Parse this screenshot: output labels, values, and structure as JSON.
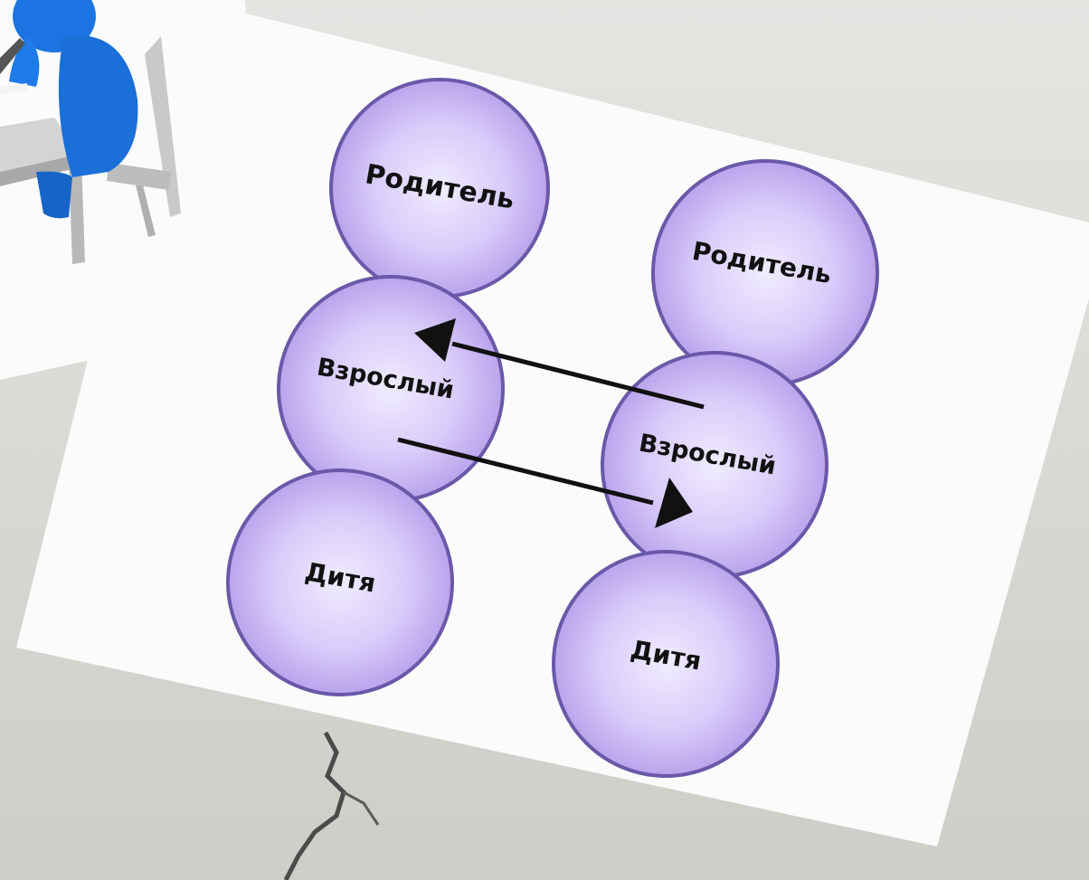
{
  "diagram": {
    "left_column": {
      "parent_label": "Родитель",
      "adult_label": "Взрослый",
      "child_label": "Дитя"
    },
    "right_column": {
      "parent_label": "Родитель",
      "adult_label": "Взрослый",
      "child_label": "Дитя"
    },
    "arrows": [
      {
        "from": "right_column.adult",
        "to": "left_column.adult"
      },
      {
        "from": "left_column.adult",
        "to": "right_column.adult"
      }
    ]
  },
  "colors": {
    "circle_fill": "#c5b2f2",
    "circle_stroke": "#6a58a8",
    "arrow": "#111111",
    "figure_blue": "#1a73e0",
    "card_bg": "#fbfbfb"
  },
  "icons": [
    "person-at-desk-illustration",
    "cracked-ground-background"
  ]
}
